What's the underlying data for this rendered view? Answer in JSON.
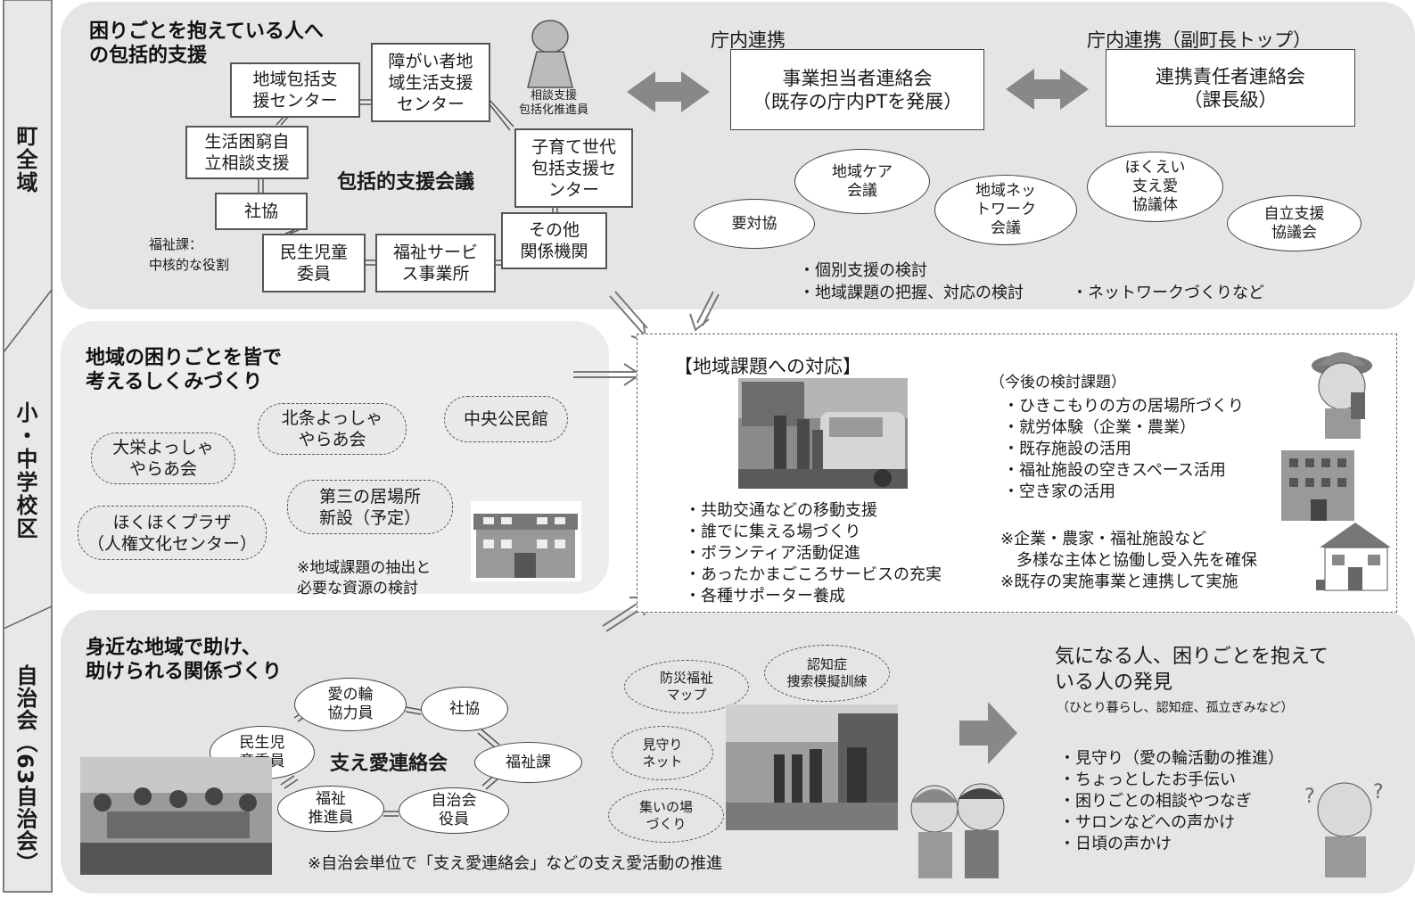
{
  "axis": {
    "town": "町全域",
    "school": "小・中学校区",
    "assoc": "自治会（63自治会）"
  },
  "band1": {
    "title": "困りごとを抱えている人へ\nの包括的支援",
    "center_label": "包括的支援会議",
    "promoter": "相談支援\n包括化推進員",
    "welfare_note": "福祉課：\n中核的な役割",
    "boxes": {
      "houkatsu": "地域包括支\n援センター",
      "shogai": "障がい者地\n域生活支援\nセンター",
      "kosodate": "子育て世代\n包括支援セ\nンター",
      "seikatsu": "生活困窮自\n立相談支援",
      "shakyo": "社協",
      "minsei": "民生児童\n委員",
      "fukushi": "福祉サービ\nス事業所",
      "sonota": "その他\n関係機関"
    },
    "chonai_label": "庁内連携",
    "chonai_box": "事業担当者連絡会\n（既存の庁内PTを発展）",
    "chonai2_label": "庁内連携（副町長トップ）",
    "chonai2_box": "連携責任者連絡会\n（課長級）",
    "ovals": [
      "要対協",
      "地域ケア\n会議",
      "地域ネッ\nトワーク\n会議",
      "ほくえい\n支え愛\n協議体",
      "自立支援\n協議会"
    ],
    "bullets_line1": "・個別支援の検討",
    "bullets_line2": "・地域課題の把握、対応の検討",
    "bullets_line2b": "・ネットワークづくりなど"
  },
  "band2": {
    "title": "地域の困りごとを皆で\n考えるしくみづくり",
    "ovals": [
      "大栄よっしゃ\nやらあ会",
      "北条よっしゃ\nやらあ会",
      "中央公民館",
      "第三の居場所\n新設（予定）",
      "ほくほくプラザ\n（人権文化センター）"
    ],
    "note": "※地域課題の抽出と\n必要な資源の検討"
  },
  "center": {
    "title": "【地域課題への対応】",
    "bullets": [
      "・共助交通などの移動支援",
      "・誰でに集える場づくり",
      "・ボランティア活動促進",
      "・あったかまごころサービスの充実",
      "・各種サポーター養成"
    ],
    "future_title": "（今後の検討課題）",
    "future_bullets": [
      "・ひきこもりの方の居場所づくり",
      "・就労体験（企業・農業）",
      "・既存施設の活用",
      "・福祉施設の空きスペース活用",
      "・空き家の活用"
    ],
    "note1": "※企業・農家・福祉施設など\n　多様な主体と協働し受入先を確保",
    "note2": "※既存の実施事業と連携して実施"
  },
  "band3": {
    "title": "身近な地域で助け、\n助けられる関係づくり",
    "center_label": "支え愛連絡会",
    "ring": {
      "ainowa": "愛の輪\n協力員",
      "shakyo": "社協",
      "fukushika": "福祉課",
      "jichikai": "自治会\n役員",
      "suishin": "福祉\n推進員",
      "minsei": "民生児\n童委員"
    },
    "activities": [
      "防災福祉\nマップ",
      "認知症\n捜索模擬訓練",
      "見守り\nネット",
      "集いの場\nづくり"
    ],
    "note": "※自治会単位で「支え愛連絡会」などの支え愛活動の推進",
    "discover_title": "気になる人、困りごとを抱えて\nいる人の発見",
    "discover_sub": "（ひとり暮らし、認知症、孤立ぎみなど）",
    "discover_bullets": [
      "・見守り（愛の輪活動の推進）",
      "・ちょっとしたお手伝い",
      "・困りごとの相談やつなぎ",
      "・サロンなどへの声かけ",
      "・日頃の声かけ"
    ]
  }
}
